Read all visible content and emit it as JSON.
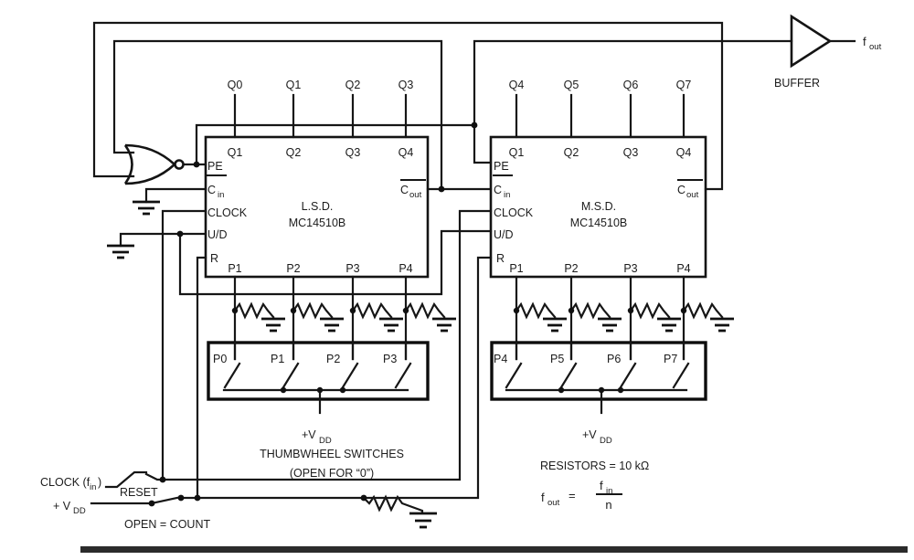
{
  "buffer": {
    "label": "BUFFER",
    "fout_base": "f",
    "fout_sub": "out"
  },
  "chip1": {
    "name": "L.S.D.",
    "part": "MC14510B",
    "ext_q": [
      "Q0",
      "Q1",
      "Q2",
      "Q3"
    ],
    "int_q": [
      "Q1",
      "Q2",
      "Q3",
      "Q4"
    ],
    "int_p": [
      "P1",
      "P2",
      "P3",
      "P4"
    ],
    "pin_pe": "PE",
    "pin_c": "C",
    "sub_in": "in",
    "pin_clock": "CLOCK",
    "pin_ud": "U/D",
    "pin_r": "R",
    "sub_out": "out"
  },
  "chip2": {
    "name": "M.S.D.",
    "part": "MC14510B",
    "ext_q": [
      "Q4",
      "Q5",
      "Q6",
      "Q7"
    ],
    "int_q": [
      "Q1",
      "Q2",
      "Q3",
      "Q4"
    ],
    "int_p": [
      "P1",
      "P2",
      "P3",
      "P4"
    ],
    "pin_pe": "PE",
    "pin_c": "C",
    "sub_in": "in",
    "pin_clock": "CLOCK",
    "pin_ud": "U/D",
    "pin_r": "R",
    "sub_out": "out"
  },
  "box1": {
    "labels": [
      "P0",
      "P1",
      "P2",
      "P3"
    ],
    "vdd": "+V",
    "vdd_sub": "DD",
    "caption1": "THUMBWHEEL SWITCHES",
    "caption2": "(OPEN FOR “0”)"
  },
  "box2": {
    "labels": [
      "P4",
      "P5",
      "P6",
      "P7"
    ],
    "vdd": "+V",
    "vdd_sub": "DD"
  },
  "notes": {
    "resistors": "RESISTORS = 10 kΩ",
    "fout_base": "f",
    "fout_sub": "out",
    "eq": "=",
    "fin_base": "f",
    "fin_sub": "in",
    "den": "n"
  },
  "inputs": {
    "clock_pre": "CLOCK (f",
    "clock_sub": "in",
    "clock_post": ")",
    "reset": "RESET",
    "vdd": "+ V",
    "vdd_sub": "DD",
    "open_count": "OPEN = COUNT"
  }
}
